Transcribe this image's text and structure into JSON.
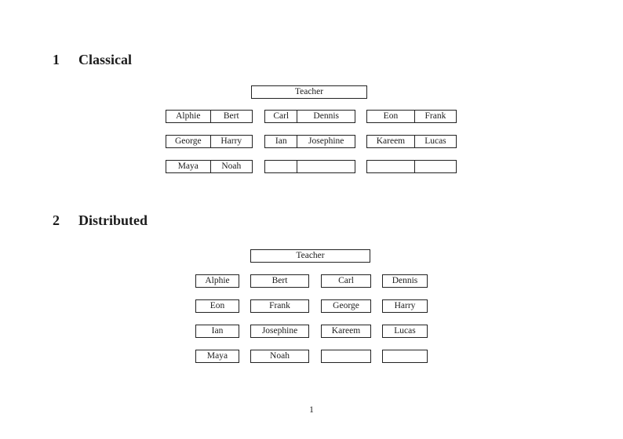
{
  "colors": {
    "ink": "#1c1c1c",
    "page_background": "#ffffff"
  },
  "page": {
    "number": "1"
  },
  "sections": {
    "classical": {
      "heading_number": "1",
      "heading_title": "Classical",
      "teacher_label": "Teacher",
      "rows": [
        [
          [
            "Alphie",
            "Bert"
          ],
          [
            "Carl",
            "Dennis"
          ],
          [
            "Eon",
            "Frank"
          ]
        ],
        [
          [
            "George",
            "Harry"
          ],
          [
            "Ian",
            "Josephine"
          ],
          [
            "Kareem",
            "Lucas"
          ]
        ],
        [
          [
            "Maya",
            "Noah"
          ],
          [
            "",
            ""
          ],
          [
            "",
            ""
          ]
        ]
      ]
    },
    "distributed": {
      "heading_number": "2",
      "heading_title": "Distributed",
      "teacher_label": "Teacher",
      "rows": [
        [
          "Alphie",
          "Bert",
          "Carl",
          "Dennis"
        ],
        [
          "Eon",
          "Frank",
          "George",
          "Harry"
        ],
        [
          "Ian",
          "Josephine",
          "Kareem",
          "Lucas"
        ],
        [
          "Maya",
          "Noah",
          "",
          ""
        ]
      ]
    }
  }
}
